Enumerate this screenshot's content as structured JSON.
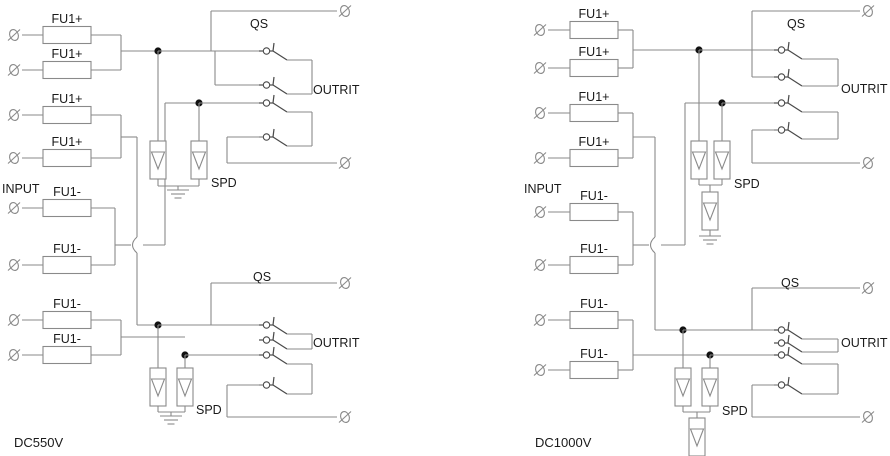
{
  "page": {
    "background_color": "#ffffff",
    "wire_color": "#8a8a8a",
    "text_color": "#1a1a1a",
    "accent_color": "#00a04a"
  },
  "diagrams": [
    {
      "id": "left",
      "voltage_label": "DC550V",
      "voltage_color": "#00a04a",
      "input_label": "INPUT",
      "output_label_top": "OUTRIT",
      "output_label_bottom": "OUTRIT",
      "switch_label_top": "QS",
      "switch_label_bottom": "QS",
      "spd_label_top": "SPD",
      "spd_label_bottom": "SPD",
      "spd_count_top": 2,
      "spd_count_bottom": 2,
      "fuses": [
        {
          "label": "FU1+",
          "group": "top-positive"
        },
        {
          "label": "FU1+",
          "group": "top-positive"
        },
        {
          "label": "FU1+",
          "group": "mid-positive"
        },
        {
          "label": "FU1+",
          "group": "mid-positive"
        },
        {
          "label": "FU1-",
          "group": "mid-negative"
        },
        {
          "label": "FU1-",
          "group": "mid-negative"
        },
        {
          "label": "FU1-",
          "group": "bot-negative"
        },
        {
          "label": "FU1-",
          "group": "bot-negative"
        }
      ],
      "input_terminal_count": 8,
      "output_terminal_count": 4
    },
    {
      "id": "right",
      "voltage_label": "DC1000V",
      "voltage_color": "#00a04a",
      "input_label": "INPUT",
      "output_label_top": "OUTRIT",
      "output_label_bottom": "OUTRIT",
      "switch_label_top": "QS",
      "switch_label_bottom": "QS",
      "spd_label_top": "SPD",
      "spd_label_bottom": "SPD",
      "spd_count_top": 3,
      "spd_count_bottom": 3,
      "fuses": [
        {
          "label": "FU1+",
          "group": "top-positive"
        },
        {
          "label": "FU1+",
          "group": "top-positive"
        },
        {
          "label": "FU1+",
          "group": "mid-positive"
        },
        {
          "label": "FU1+",
          "group": "mid-positive"
        },
        {
          "label": "FU1-",
          "group": "mid-negative"
        },
        {
          "label": "FU1-",
          "group": "mid-negative"
        },
        {
          "label": "FU1-",
          "group": "bot-negative"
        },
        {
          "label": "FU1-",
          "group": "bot-negative"
        }
      ],
      "input_terminal_count": 8,
      "output_terminal_count": 4
    }
  ],
  "symbols": {
    "terminal": "terminal-slash-circle",
    "fuse": "fuse-rectangle",
    "spd": "surge-protective-device-varistor",
    "ground": "earth-ground",
    "switch": "isolator-switch-pole",
    "junction": "wire-junction-dot",
    "crossover": "wire-hop-crossover"
  }
}
